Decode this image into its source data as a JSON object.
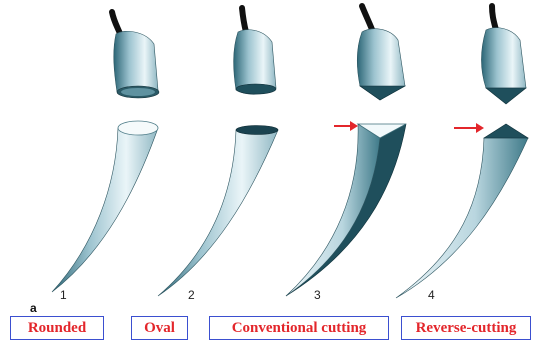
{
  "figure_letter": "a",
  "needles": [
    {
      "number": "1",
      "label": "Rounded"
    },
    {
      "number": "2",
      "label": "Oval"
    },
    {
      "number": "3",
      "label": "Conventional cutting"
    },
    {
      "number": "4",
      "label": "Reverse-cutting"
    }
  ],
  "colors": {
    "label_text": "#e3262b",
    "label_border": "#3b4fd0",
    "arrow": "#e3262b",
    "steel_dark": "#1f4f5c",
    "steel_light": "#e8f3f6"
  }
}
